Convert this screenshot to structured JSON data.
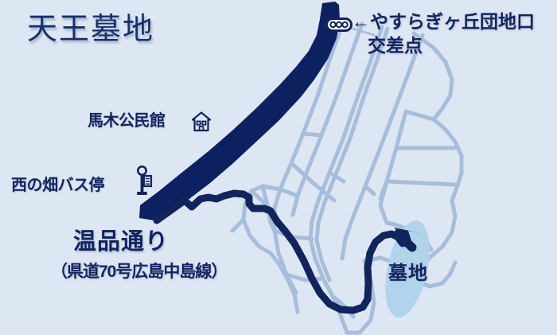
{
  "map": {
    "title": "天王墓地",
    "background_color": "#dde6f3",
    "colors": {
      "background": "#dde6f3",
      "main_road": "#0d2160",
      "route_line": "#13255e",
      "minor_roads": "#a7bedb",
      "cemetery_highlight": "#b2d3ec",
      "text": "#13255e",
      "title_text": "#16306a"
    },
    "labels": {
      "title": "天王墓地",
      "community_center": "馬木公民館",
      "bus_stop": "西の畑バス停",
      "road_name": "温品通り",
      "road_route": "（県道70号広島中島線）",
      "intersection_line1": "←やすらぎヶ丘団地口",
      "intersection_line2": "交差点",
      "cemetery": "墓地"
    },
    "icons": {
      "traffic_signal": "traffic-signal-icon",
      "community_center": "house-building-icon",
      "bus_stop": "bus-stop-pole-icon",
      "direction_arrow": "arrow-down-icon"
    }
  }
}
